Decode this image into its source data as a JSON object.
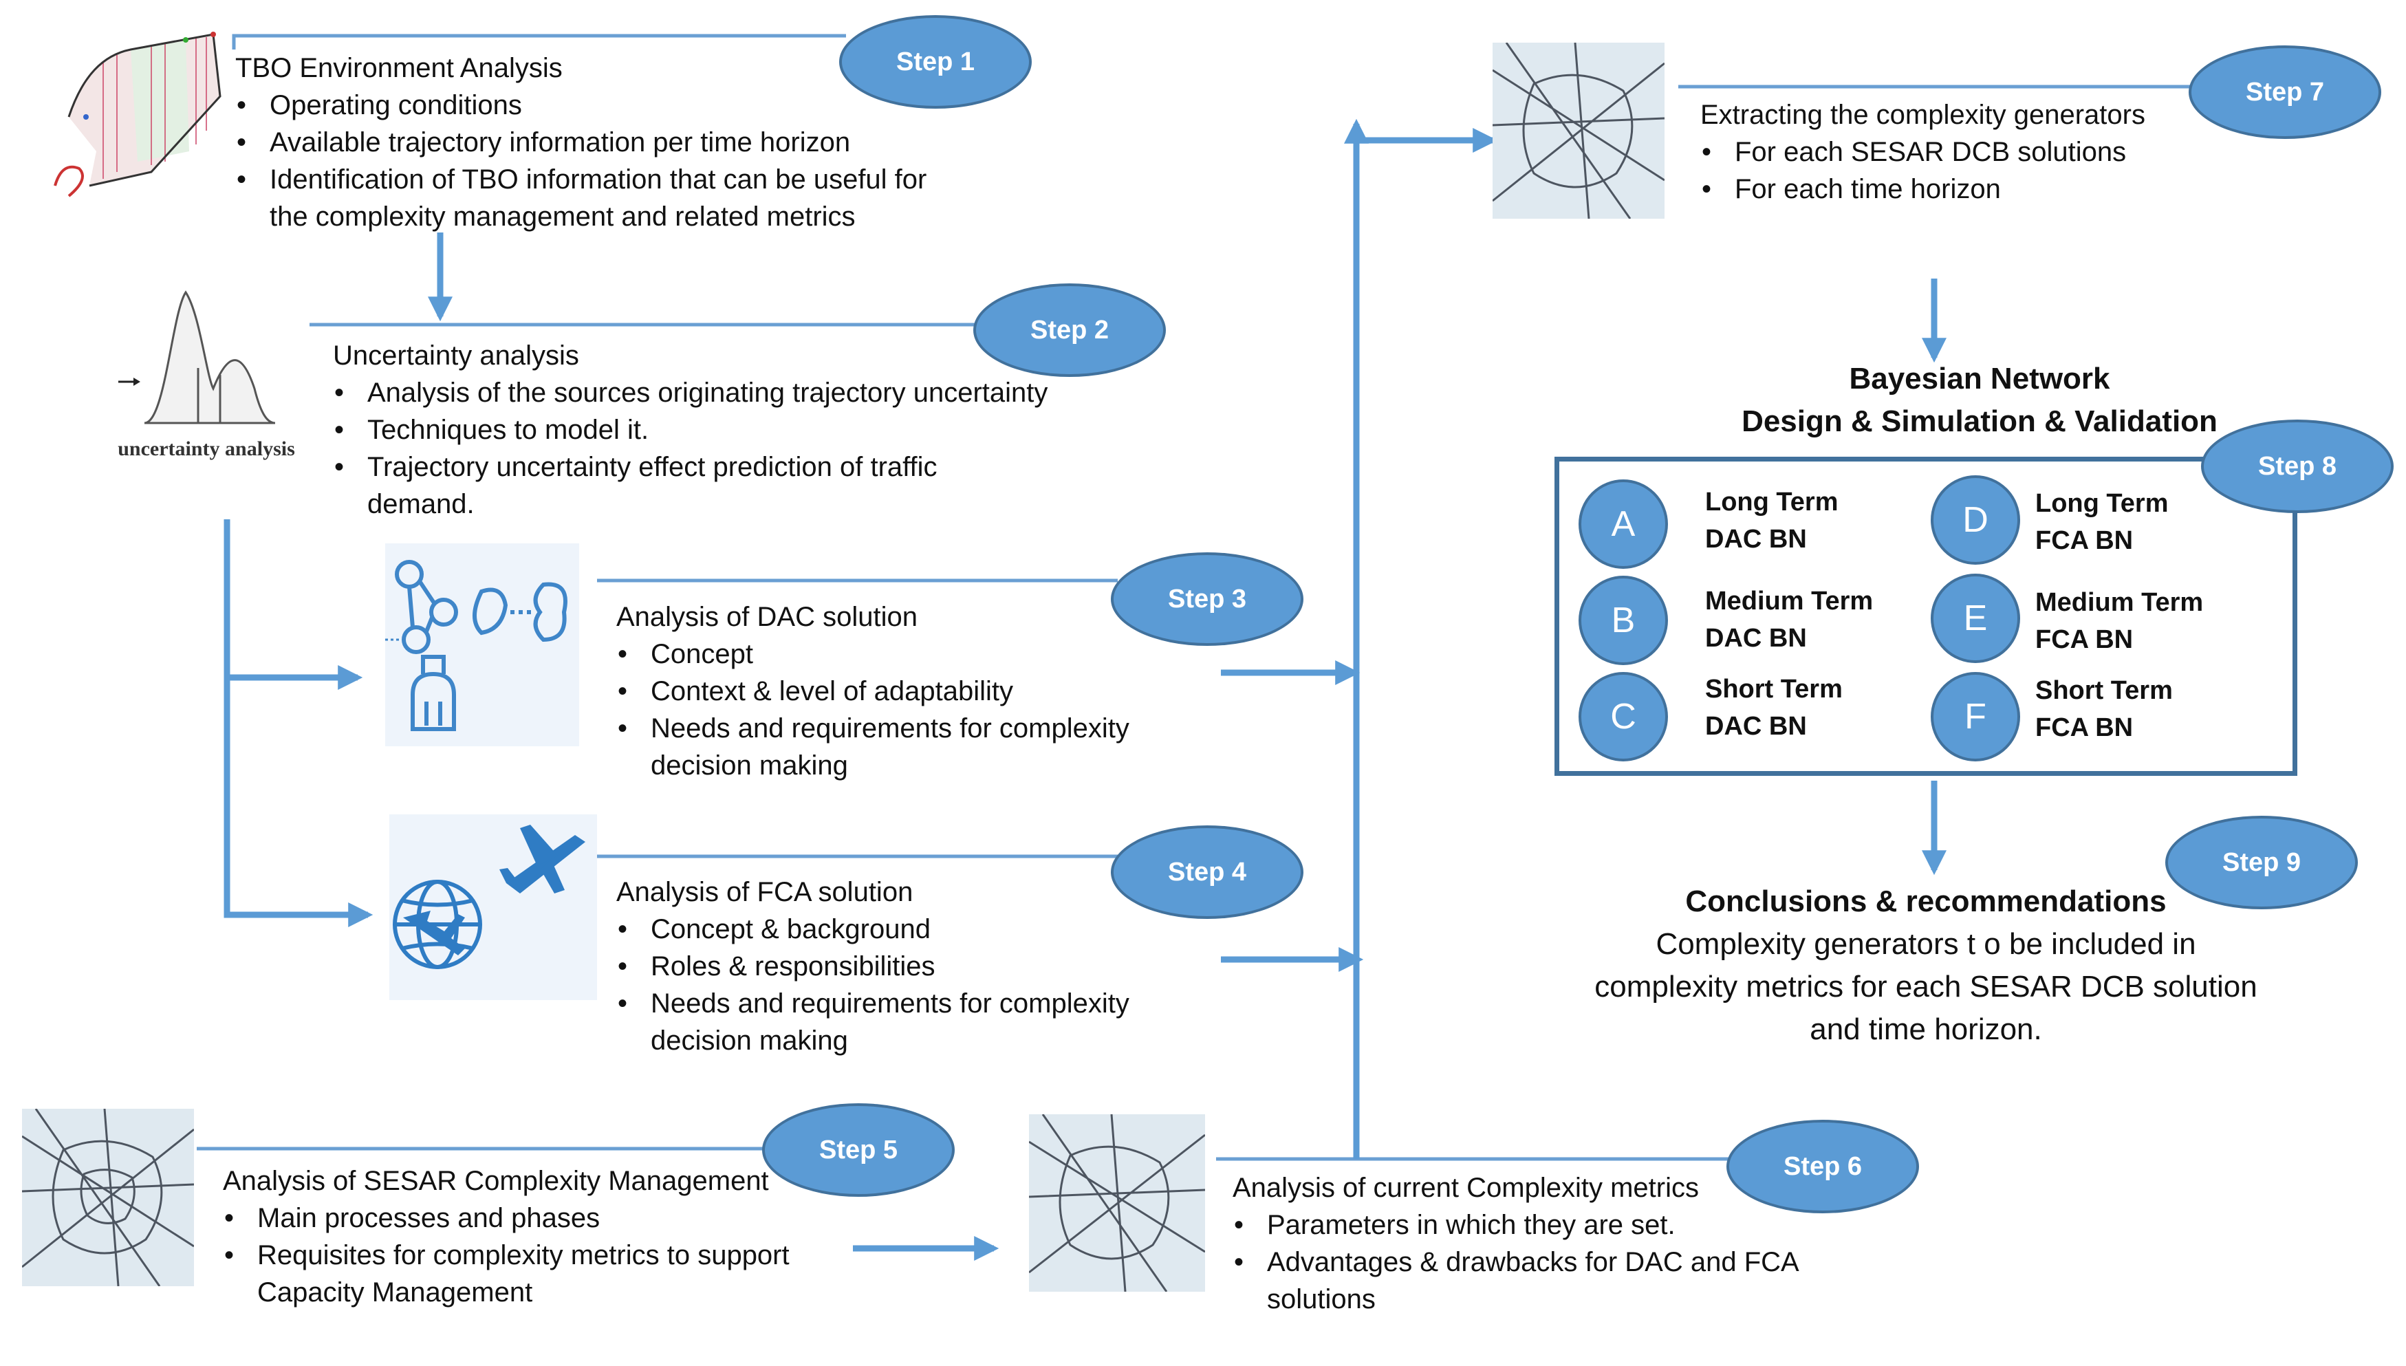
{
  "steps": {
    "s1": {
      "badge": "Step 1",
      "title": "TBO Environment Analysis",
      "bullets": [
        "Operating conditions",
        "Available trajectory information per time horizon",
        "Identification of TBO information that can be useful for the complexity management and related metrics"
      ]
    },
    "s2": {
      "badge": "Step 2",
      "title": "Uncertainty analysis",
      "bullets": [
        "Analysis of the sources originating trajectory uncertainty",
        "Techniques to model it.",
        "Trajectory uncertainty effect prediction of traffic demand."
      ]
    },
    "s3": {
      "badge": "Step 3",
      "title": "Analysis of DAC solution",
      "bullets": [
        "Concept",
        "Context & level of adaptability",
        "Needs and requirements for complexity decision making"
      ]
    },
    "s4": {
      "badge": "Step 4",
      "title": "Analysis of FCA solution",
      "bullets": [
        "Concept & background",
        "Roles  & responsibilities",
        "Needs and requirements for complexity decision making"
      ]
    },
    "s5": {
      "badge": "Step 5",
      "title": "Analysis of SESAR Complexity Management",
      "bullets": [
        "Main processes and phases",
        "Requisites for complexity metrics to support Capacity Management"
      ]
    },
    "s6": {
      "badge": "Step 6",
      "title": "Analysis of current Complexity metrics",
      "bullets": [
        "Parameters in which they are set.",
        "Advantages  & drawbacks for DAC and FCA solutions"
      ]
    },
    "s7": {
      "badge": "Step 7",
      "title": "Extracting the complexity generators",
      "bullets": [
        "For each SESAR DCB solutions",
        "For each time horizon"
      ]
    },
    "s8": {
      "badge": "Step 8"
    },
    "s9": {
      "badge": "Step 9"
    }
  },
  "uncertainty_caption": "uncertainty analysis",
  "bayesian": {
    "line1": "Bayesian Network",
    "line2": "Design & Simulation  & Validation"
  },
  "bn_items": [
    {
      "letter": "A",
      "line1": "Long Term",
      "line2": "DAC BN"
    },
    {
      "letter": "B",
      "line1": "Medium Term",
      "line2": "DAC BN"
    },
    {
      "letter": "C",
      "line1": "Short Term",
      "line2": "DAC BN"
    },
    {
      "letter": "D",
      "line1": "Long Term",
      "line2": "FCA BN"
    },
    {
      "letter": "E",
      "line1": "Medium Term",
      "line2": "FCA BN"
    },
    {
      "letter": "F",
      "line1": "Short Term",
      "line2": "FCA BN"
    }
  ],
  "conclusions": {
    "title": "Conclusions & recommendations",
    "text": "Complexity generators t o be included in complexity metrics for each SESAR DCB solution and time horizon."
  },
  "colors": {
    "accent": "#5b9bd5",
    "border": "#41719c",
    "frame": "#6a9fd3"
  }
}
